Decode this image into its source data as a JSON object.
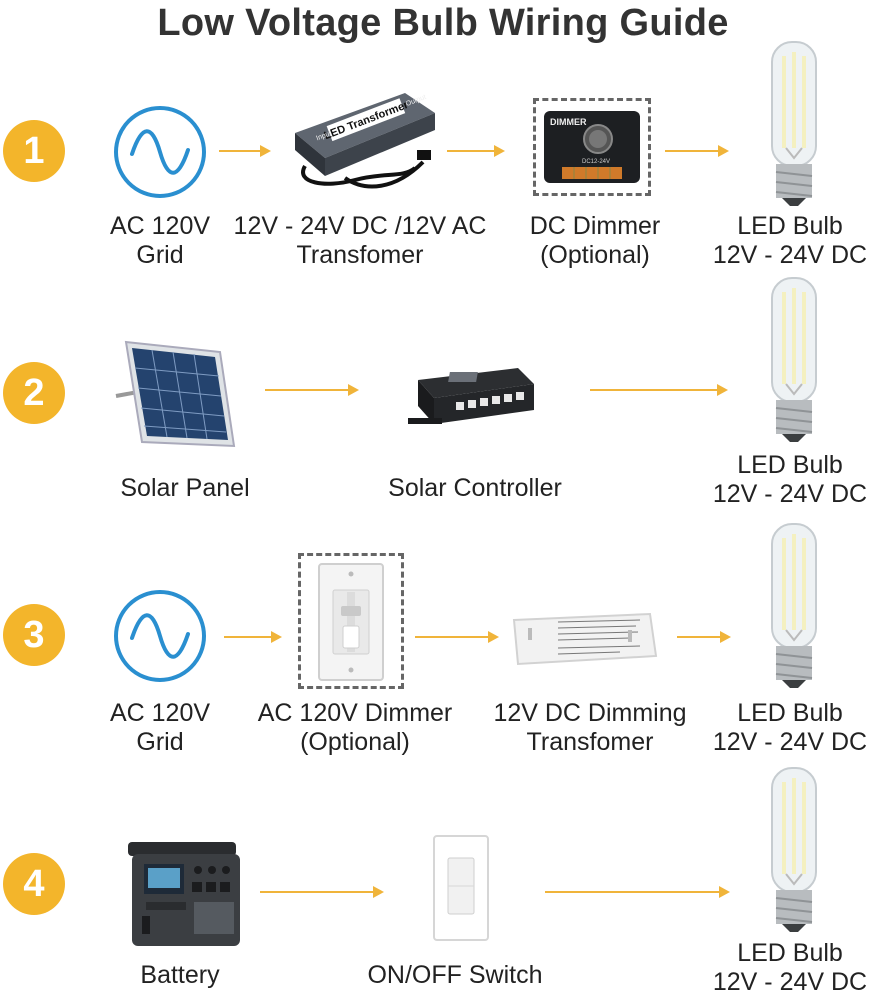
{
  "title": "Low Voltage Bulb Wiring Guide",
  "colors": {
    "badge": "#f3b52b",
    "arrow": "#f0b43a",
    "ac_icon": "#2a8fd0"
  },
  "rows": [
    {
      "number": "1",
      "items": [
        {
          "icon": "ac-sine-icon",
          "label": [
            "AC 120V",
            "Grid"
          ]
        },
        {
          "icon": "led-transformer-image",
          "label": [
            "12V - 24V DC /12V AC",
            "Transfomer"
          ],
          "device_text": "LED Transformer",
          "device_in": "Input",
          "device_out": "Output"
        },
        {
          "icon": "dc-dimmer-image",
          "label": [
            "DC Dimmer",
            "(Optional)"
          ],
          "device_text": "DIMMER",
          "device_sub": "DC12-24V"
        },
        {
          "icon": "led-bulb-image",
          "label": [
            "LED Bulb",
            "12V - 24V DC"
          ]
        }
      ]
    },
    {
      "number": "2",
      "items": [
        {
          "icon": "solar-panel-image",
          "label": [
            "Solar Panel"
          ]
        },
        {
          "icon": "solar-controller-image",
          "label": [
            "Solar Controller"
          ]
        },
        {
          "icon": "led-bulb-image",
          "label": [
            "LED Bulb",
            "12V - 24V DC"
          ]
        }
      ]
    },
    {
      "number": "3",
      "items": [
        {
          "icon": "ac-sine-icon",
          "label": [
            "AC 120V",
            "Grid"
          ]
        },
        {
          "icon": "ac-dimmer-switch-image",
          "label": [
            "AC 120V Dimmer",
            "(Optional)"
          ]
        },
        {
          "icon": "dimming-transformer-image",
          "label": [
            "12V DC Dimming",
            "Transfomer"
          ]
        },
        {
          "icon": "led-bulb-image",
          "label": [
            "LED Bulb",
            "12V - 24V DC"
          ]
        }
      ]
    },
    {
      "number": "4",
      "items": [
        {
          "icon": "battery-power-station-image",
          "label": [
            "Battery"
          ]
        },
        {
          "icon": "on-off-switch-image",
          "label": [
            "ON/OFF Switch"
          ]
        },
        {
          "icon": "led-bulb-image",
          "label": [
            "LED Bulb",
            "12V - 24V DC"
          ]
        }
      ]
    }
  ]
}
